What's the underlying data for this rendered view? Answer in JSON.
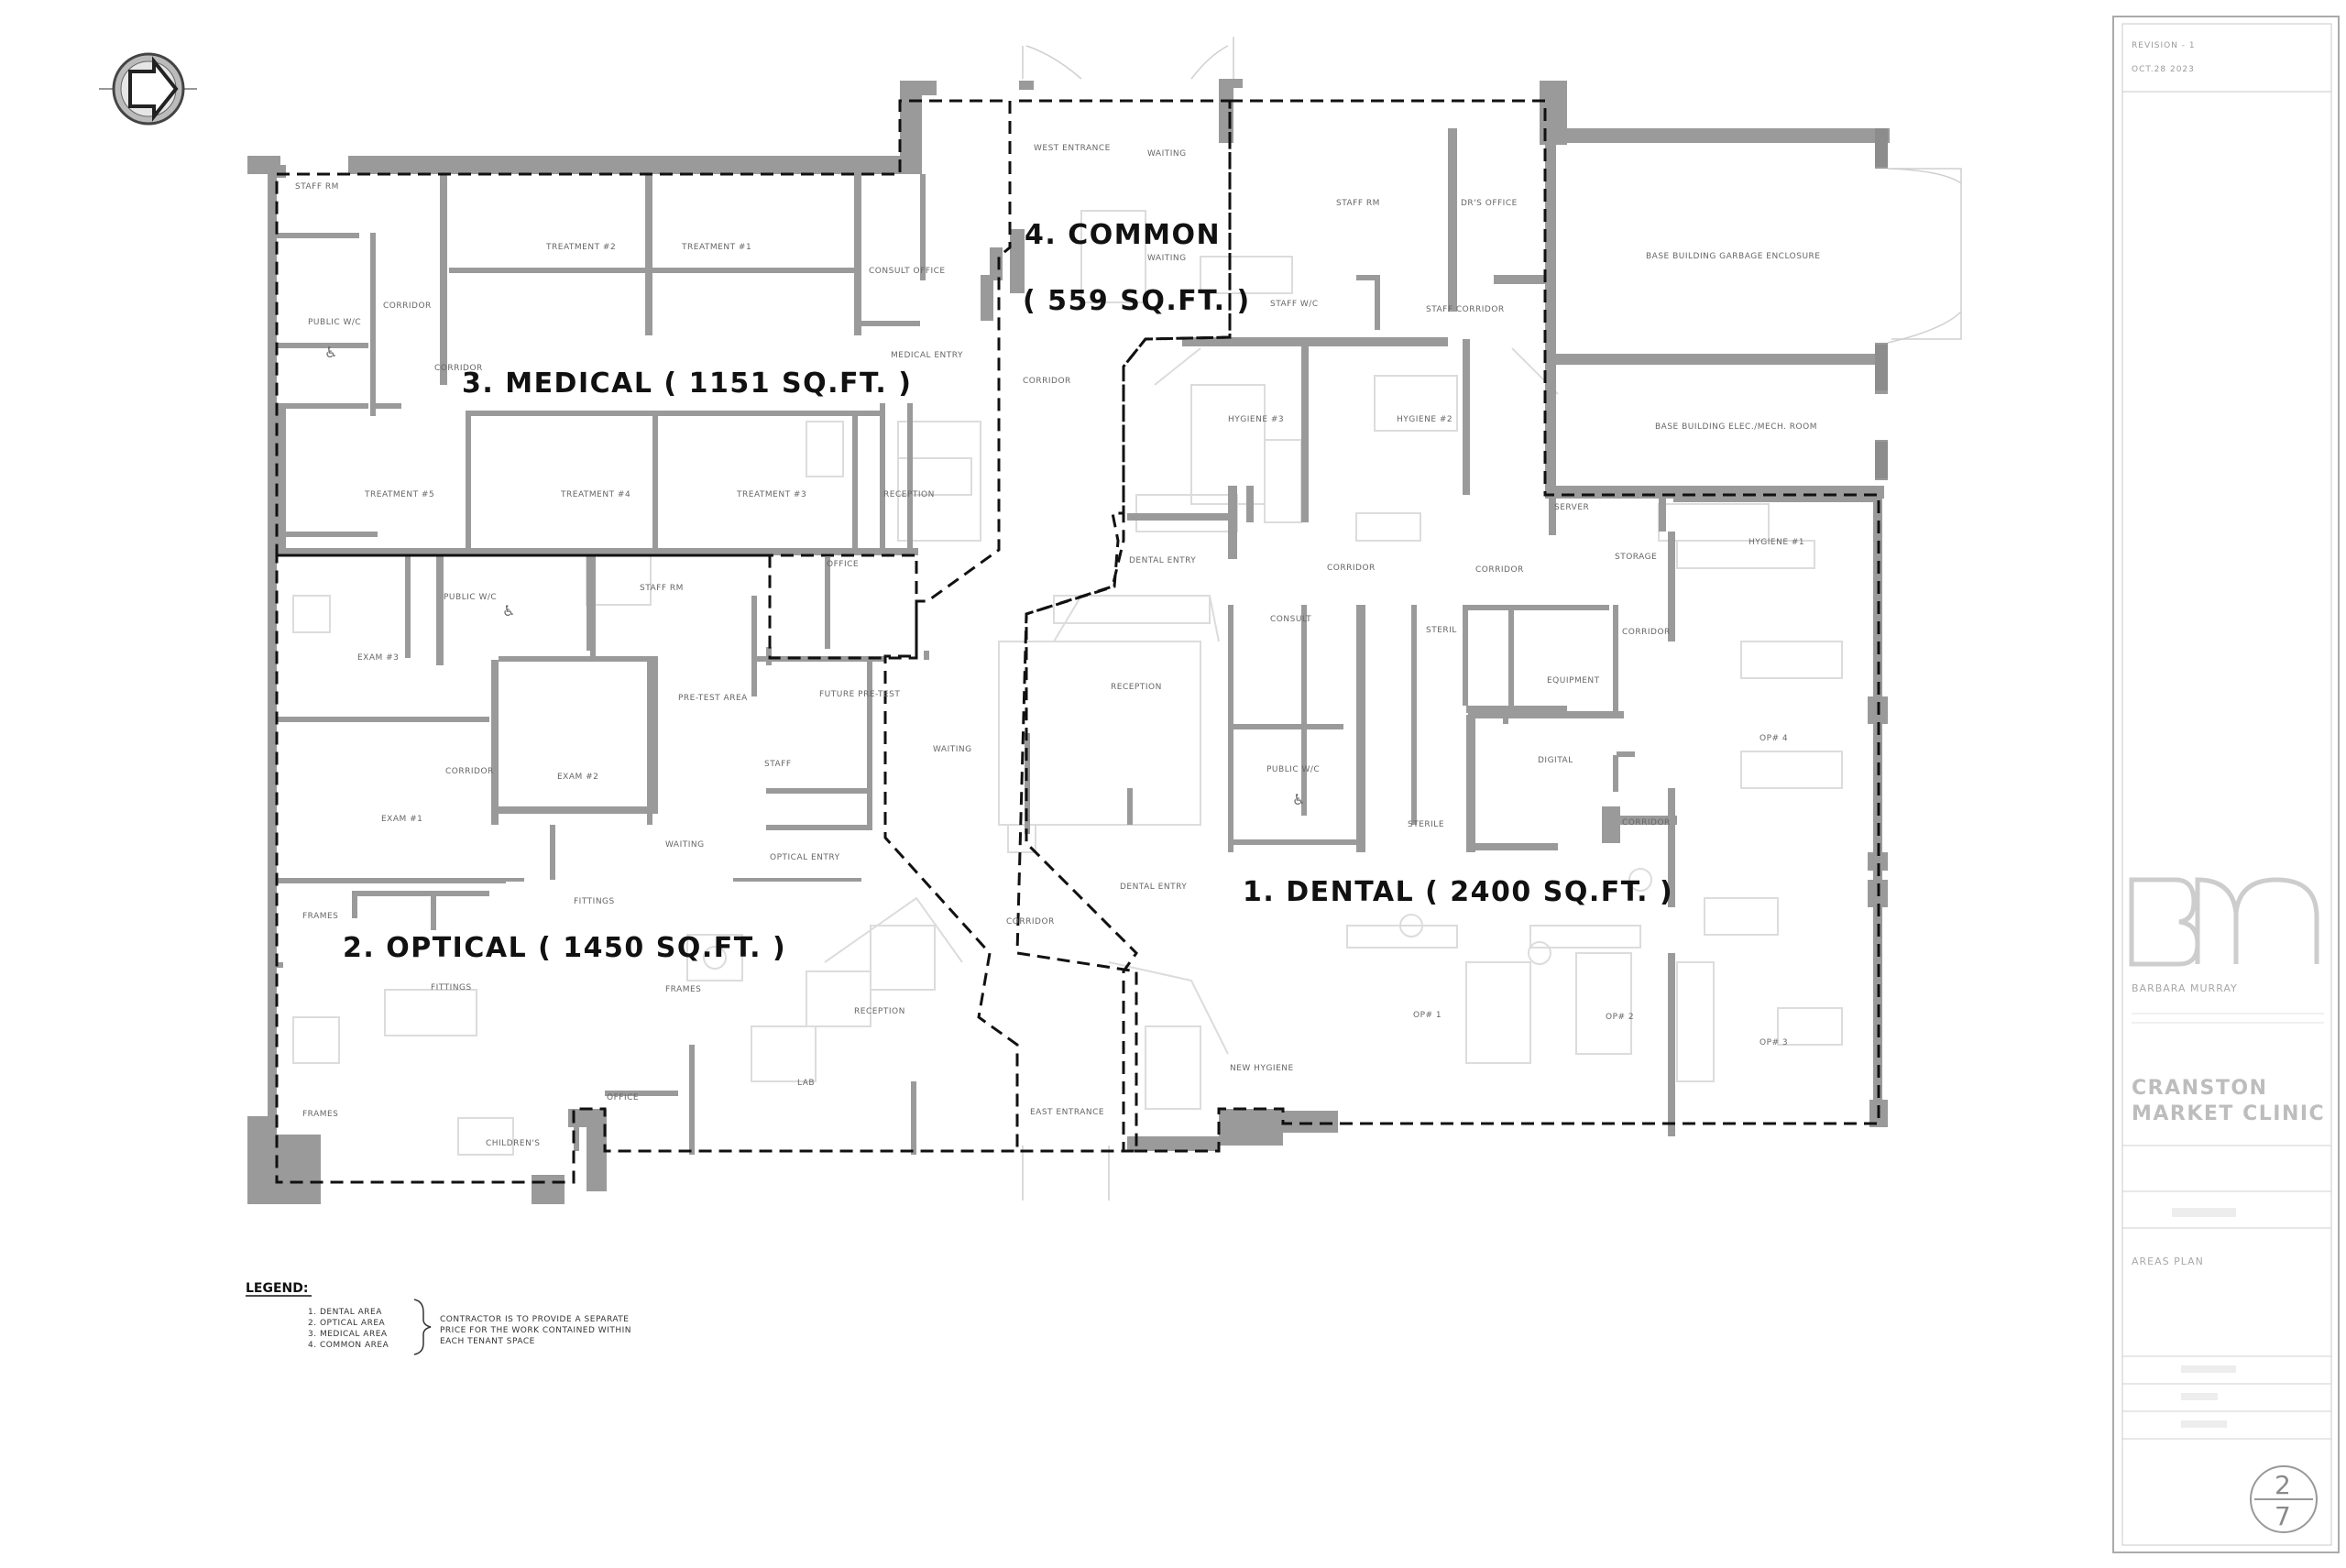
{
  "revision": {
    "label": "REVISION - 1",
    "date": "OCT.28 2023"
  },
  "areas": {
    "dental": "1. DENTAL ( 2400 SQ.FT. )",
    "optical": "2. OPTICAL ( 1450 SQ.FT. )",
    "medical": "3. MEDICAL ( 1151 SQ.FT. )",
    "common_line1": "4. COMMON",
    "common_line2": "( 559 SQ.FT. )"
  },
  "rooms": {
    "staff_rm_medical": "STAFF RM",
    "treatment2": "TREATMENT #2",
    "treatment1": "TREATMENT #1",
    "consult_office": "CONSULT OFFICE",
    "corridor_medical": "CORRIDOR",
    "public_wc_medical": "PUBLIC W/C",
    "corridor_medical2": "CORRIDOR",
    "medical_entry": "MEDICAL ENTRY",
    "treatment5": "TREATMENT #5",
    "treatment4": "TREATMENT #4",
    "treatment3": "TREATMENT #3",
    "reception_medical": "RECEPTION",
    "office_medical": "OFFICE",
    "exam3": "EXAM #3",
    "public_wc_optical": "PUBLIC W/C",
    "staff_rm_optical": "STAFF RM",
    "pretest": "PRE-TEST AREA",
    "future_pretest": "FUTURE PRE-TEST",
    "corridor_optical": "CORRIDOR",
    "exam2": "EXAM #2",
    "exam1": "EXAM #1",
    "staff_optical": "STAFF",
    "waiting_optical": "WAITING",
    "optical_entry": "OPTICAL ENTRY",
    "frames1": "FRAMES",
    "fittings1": "FITTINGS",
    "fittings2": "FITTINGS",
    "frames2": "FRAMES",
    "reception_optical": "RECEPTION",
    "lab": "LAB",
    "frames3": "FRAMES",
    "office_optical": "OFFICE",
    "childrens": "CHILDREN'S",
    "west_entrance": "WEST ENTRANCE",
    "waiting_west": "WAITING",
    "waiting_common": "WAITING",
    "corridor_common1": "CORRIDOR",
    "waiting_common2": "WAITING",
    "corridor_common2": "CORRIDOR",
    "east_entrance": "EAST ENTRANCE",
    "staff_rm_dental": "STAFF RM",
    "drs_office": "DR'S OFFICE",
    "garbage": "BASE BUILDING GARBAGE ENCLOSURE",
    "staff_wc": "STAFF W/C",
    "staff_corridor": "STAFF CORRIDOR",
    "elec": "BASE BUILDING ELEC./MECH. ROOM",
    "hygiene3": "HYGIENE #3",
    "hygiene2": "HYGIENE #2",
    "server": "SERVER",
    "hygiene1": "HYGIENE #1",
    "dental_entry1": "DENTAL ENTRY",
    "corridor_d1": "CORRIDOR",
    "corridor_d2": "CORRIDOR",
    "storage": "STORAGE",
    "consult_dental": "CONSULT",
    "steril": "STERIL",
    "corridor_d3": "CORRIDOR",
    "reception_dental": "RECEPTION",
    "equipment": "EQUIPMENT",
    "public_wc_dental": "PUBLIC W/C",
    "digital": "DIGITAL",
    "op4": "OP# 4",
    "sterile": "STERILE",
    "corridor_d4": "CORRIDOR",
    "dental_entry2": "DENTAL ENTRY",
    "op1": "OP# 1",
    "op2": "OP# 2",
    "op3": "OP# 3",
    "new_hygiene": "NEW HYGIENE"
  },
  "legend": {
    "title": "LEGEND:",
    "items": [
      "1. DENTAL AREA",
      "2. OPTICAL AREA",
      "3. MEDICAL AREA",
      "4. COMMON AREA"
    ],
    "note": [
      "CONTRACTOR IS TO PROVIDE A SEPARATE",
      "PRICE FOR THE WORK CONTAINED WITHIN",
      "EACH TENANT SPACE"
    ]
  },
  "title_block": {
    "logo": "BM",
    "firm": "BARBARA MURRAY",
    "project_line1": "CRANSTON",
    "project_line2": "MARKET CLINIC",
    "drawing_title": "AREAS PLAN",
    "sheet_number": "2",
    "sheet_total": "7"
  },
  "colors": {
    "wall": "#9a9a9a",
    "wall_dark": "#8c8c8c",
    "boundary": "#111111",
    "faint": "#d6d6d6"
  }
}
